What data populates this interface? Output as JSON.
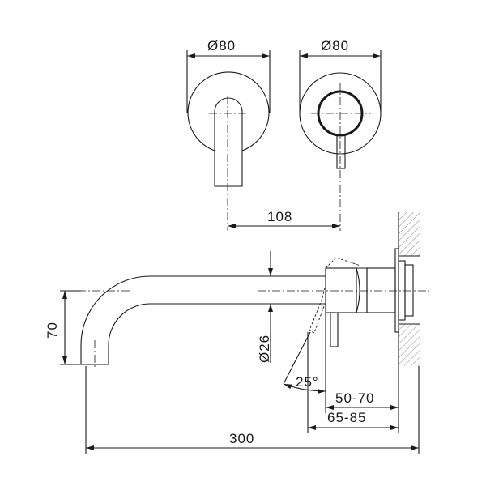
{
  "dimensions": {
    "front_left_diameter": "Ø80",
    "front_right_diameter": "Ø80",
    "center_distance": "108",
    "spout_height": "70",
    "spout_diameter": "Ø26",
    "lever_angle": "25°",
    "wall_depth_small": "50-70",
    "wall_depth_large": "65-85",
    "spout_length": "300"
  },
  "colors": {
    "line": "#1a1a1a",
    "background": "#ffffff"
  }
}
